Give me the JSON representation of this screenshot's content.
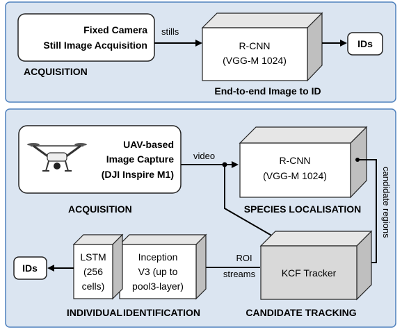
{
  "top_panel": {
    "source_box": {
      "line1": "Fixed Camera",
      "line2": "Still Image Acquisition"
    },
    "source_caption": "ACQUISITION",
    "edge_label": "stills",
    "model_box": {
      "line1": "R-CNN",
      "line2": "(VGG-M 1024)"
    },
    "model_caption": "End-to-end Image to ID",
    "output_box": "IDs"
  },
  "bottom_panel": {
    "source_box": {
      "line1": "UAV-based",
      "line2": "Image Capture",
      "line3": "(DJI Inspire M1)"
    },
    "source_caption": "ACQUISITION",
    "video_label": "video",
    "rcnn_box": {
      "line1": "R-CNN",
      "line2": "(VGG-M 1024)"
    },
    "rcnn_caption": "SPECIES  LOCALISATION",
    "candidate_label": "candidate regions",
    "tracker_box": "KCF Tracker",
    "tracker_caption": "CANDIDATE TRACKING",
    "roi_label_line1": "ROI",
    "roi_label_line2": "streams",
    "inception_box": {
      "line1": "Inception",
      "line2": "V3 (up to",
      "line3": "pool3-layer)"
    },
    "lstm_box": {
      "line1": "LSTM",
      "line2": "(256",
      "line3": "cells)"
    },
    "identification_caption_left": "INDIVIDUAL",
    "identification_caption_right": "IDENTIFICATION",
    "output_box": "IDs"
  },
  "colors": {
    "panel_fill": "#dbe5f1",
    "panel_border": "#4f81bd",
    "box_front": "#ffffff",
    "box_side": "#bfbfbf",
    "box_top": "#e6e6e6",
    "tracker_front": "#d9d9d9",
    "text": "#000000"
  },
  "icons": {
    "drone": "drone-icon"
  }
}
